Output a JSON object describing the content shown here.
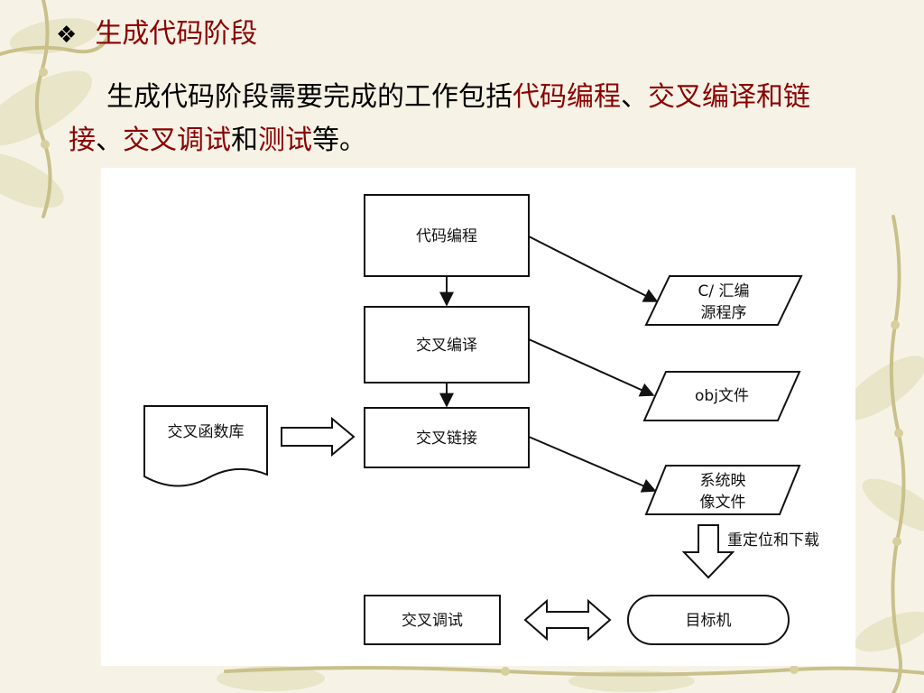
{
  "slide": {
    "title": "生成代码阶段",
    "paragraph": {
      "segments": [
        {
          "text": "生成代码阶段需要完成的工作包括",
          "highlight": false
        },
        {
          "text": "代码编程",
          "highlight": true
        },
        {
          "text": "、",
          "highlight": false
        },
        {
          "text": "交叉编译和链接",
          "highlight": true
        },
        {
          "text": "、",
          "highlight": false
        },
        {
          "text": "交叉调试",
          "highlight": true
        },
        {
          "text": "和",
          "highlight": false
        },
        {
          "text": "测试",
          "highlight": true
        },
        {
          "text": "等。",
          "highlight": false
        }
      ]
    }
  },
  "diagram": {
    "boxes": {
      "coding": "代码编程",
      "compile": "交叉编译",
      "link": "交叉链接",
      "debug": "交叉调试",
      "library": "交叉函数库",
      "target": "目标机"
    },
    "outputs": {
      "source": [
        "C/ 汇编",
        "源程序"
      ],
      "obj": "obj文件",
      "image": [
        "系统映",
        "像文件"
      ]
    },
    "labels": {
      "relocate": "重定位和下载"
    }
  },
  "colors": {
    "accent": "#8b0000",
    "text": "#000000",
    "line": "#111111"
  }
}
